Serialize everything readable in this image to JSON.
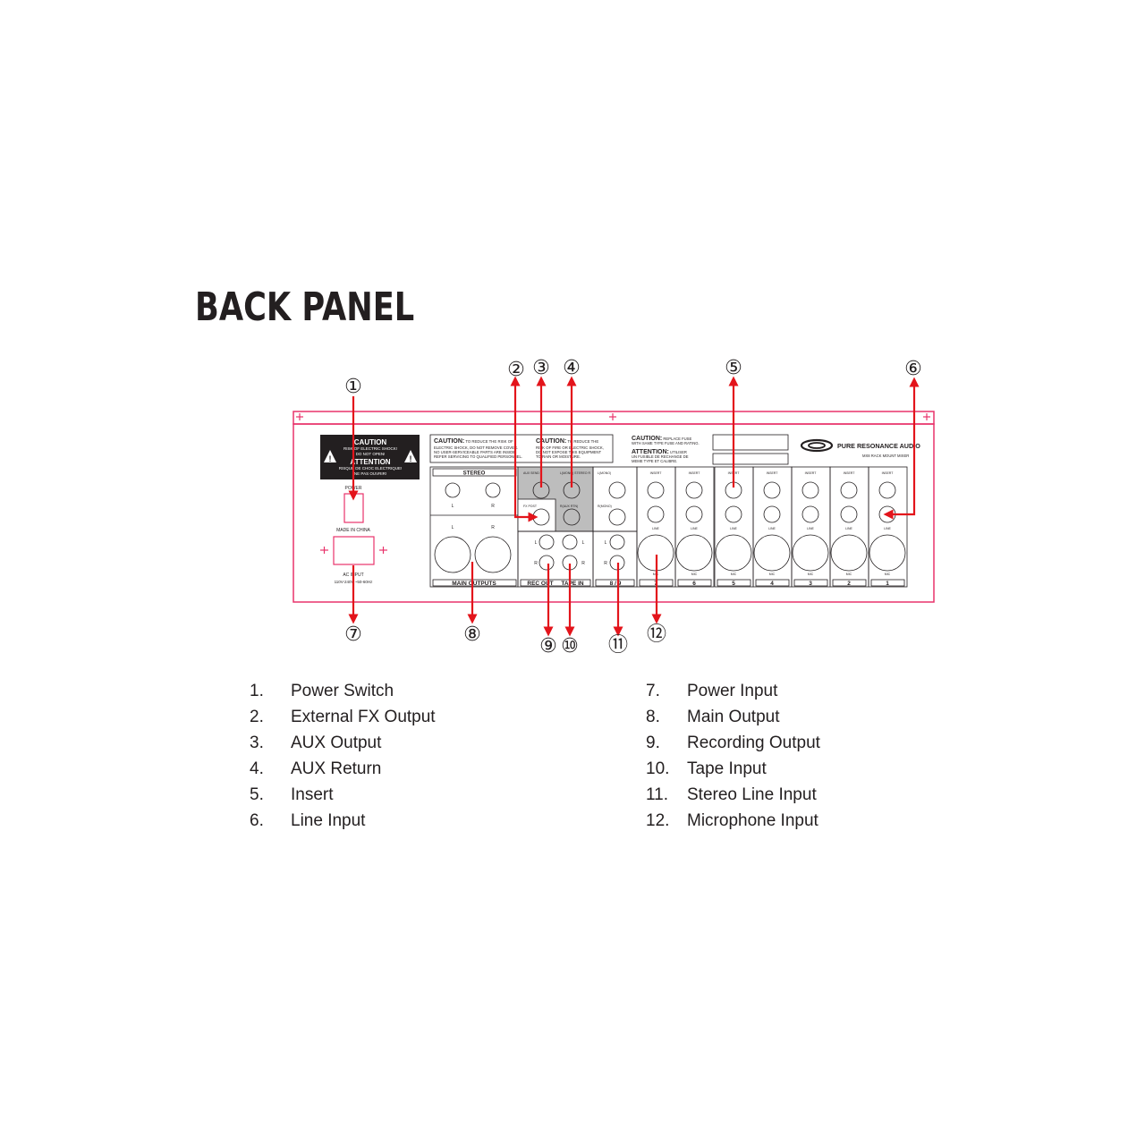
{
  "title": "BACK PANEL",
  "callouts": [
    "①",
    "②",
    "③",
    "④",
    "⑤",
    "⑥",
    "⑦",
    "⑧",
    "⑨",
    "⑩",
    "⑪",
    "⑫"
  ],
  "panel": {
    "caution_box": {
      "caution": "CAUTION",
      "caution_sub1": "RISK OF ELECTRIC SHOCK!",
      "caution_sub2": "DO NOT OPEN!",
      "attention": "ATTENTION",
      "attention_sub1": "RISQUE DE CHOC ELECTRIQUE!",
      "attention_sub2": "NE PAS OUVRIR!"
    },
    "power_label": "POWER",
    "made_in": "MADE IN CHINA",
    "ac_input": "AC INPUT",
    "ac_spec": "110V-240V ~50-60Hz",
    "warning1_head": "CAUTION:",
    "warning1_text": [
      " TO REDUCE THE RISK OF",
      "ELECTRIC SHOCK, DO NOT REMOVE COVER.",
      "NO USER-SERVICEABLE PARTS ARE INSIDE.",
      "REFER SERVICING TO QUALIFIED PERSONNEL."
    ],
    "warning2_head": "CAUTION:",
    "warning2_text": [
      " TO REDUCE THE",
      "RISK OF FIRE OR ELECTRIC SHOCK,",
      "DO NOT EXPOSE THIS EQUIPMENT",
      "TO RAIN OR MOISTURE."
    ],
    "fuse_caution_head": "CAUTION:",
    "fuse_caution_text": [
      " REPLACE FUSE",
      "WITH SAME TYPE FUSE AND RATING."
    ],
    "fuse_attention_head": "ATTENTION:",
    "fuse_attention_text": [
      " UTILISER",
      "UN FUSIBLE DE RECHANGE DE",
      "MEME TYPE ET CALIBRE."
    ],
    "brand": "PURE RESONANCE AUDIO",
    "model": "MX8 RACK MOUNT MIXER",
    "stereo_label": "STEREO",
    "l": "L",
    "r": "R",
    "main_outputs": "MAIN OUTPUTS",
    "aux_send": "AUX SEND",
    "aux_return": "L(MONO) STEREO R",
    "fx_post": "FX POST",
    "aux_rtn": "R(AUX RTN)",
    "lmono": "L(MONO)",
    "rmono": "R(MONO)",
    "rec_out": "REC OUT",
    "tape_in": "TAPE IN",
    "ch78": "8 / 9",
    "insert": "INSERT",
    "line": "LINE",
    "mic": "MIC",
    "channels": [
      "7",
      "6",
      "5",
      "4",
      "3",
      "2",
      "1"
    ]
  },
  "legend_left": [
    {
      "num": "1.",
      "label": "Power Switch"
    },
    {
      "num": "2.",
      "label": "External FX Output"
    },
    {
      "num": "3.",
      "label": "AUX Output"
    },
    {
      "num": "4.",
      "label": "AUX Return"
    },
    {
      "num": "5.",
      "label": "Insert"
    },
    {
      "num": "6.",
      "label": "Line Input"
    }
  ],
  "legend_right": [
    {
      "num": "7.",
      "label": "Power Input"
    },
    {
      "num": "8.",
      "label": "Main Output"
    },
    {
      "num": "9.",
      "label": "Recording Output"
    },
    {
      "num": "10.",
      "label": "Tape Input"
    },
    {
      "num": "11.",
      "label": "Stereo Line Input"
    },
    {
      "num": "12.",
      "label": "Microphone Input"
    }
  ],
  "colors": {
    "accent": "#e8336b",
    "arrow": "#e3141b",
    "ink": "#231f20",
    "shade": "#bdbdbd"
  }
}
